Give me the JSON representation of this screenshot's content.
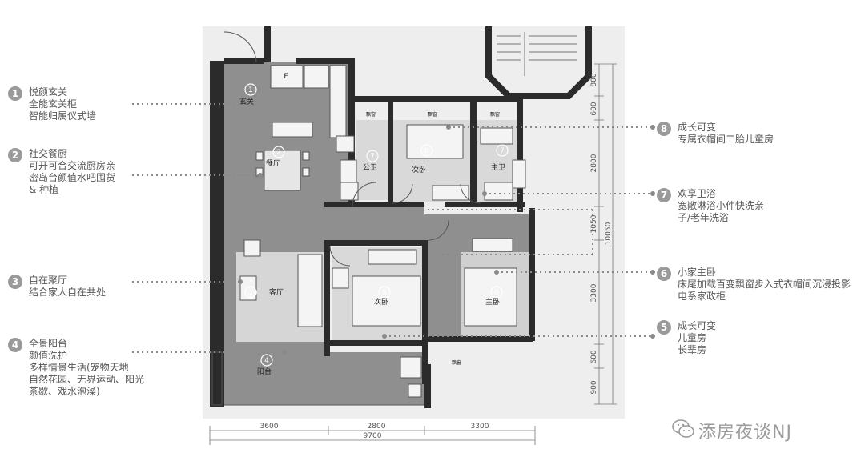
{
  "left_callouts": [
    {
      "num": "1",
      "lines": [
        "悦颜玄关",
        "全能玄关柜",
        "智能归属仪式墙"
      ]
    },
    {
      "num": "2",
      "lines": [
        "社交餐厨",
        "可开可合交流厨房亲",
        "密岛台颜值水吧囤货",
        "& 种植"
      ]
    },
    {
      "num": "3",
      "lines": [
        "自在聚厅",
        "结合家人自在共处"
      ]
    },
    {
      "num": "4",
      "lines": [
        "全景阳台",
        "颜值洗护",
        "多样情景生活(宠物天地",
        "自然花园、无界运动、阳光",
        "茶歇、戏水泡澡)"
      ]
    }
  ],
  "right_callouts": [
    {
      "num": "8",
      "lines": [
        "成长可变",
        "专属衣帽间二胎儿童房"
      ]
    },
    {
      "num": "7",
      "lines": [
        "欢享卫浴",
        "宽敞淋浴小件快洗亲",
        "子/老年洗浴"
      ]
    },
    {
      "num": "6",
      "lines": [
        "小家主卧",
        "床尾加载百变飘窗步入式衣帽间沉浸投影",
        "电系家政柜"
      ]
    },
    {
      "num": "5",
      "lines": [
        "成长可变",
        "儿童房",
        "长辈房"
      ]
    }
  ],
  "room_labels": {
    "xuanguan": "玄关",
    "canting": "餐厅",
    "gongwei": "公卫",
    "ciwo_top": "次卧",
    "zhuwei": "主卫",
    "keting": "客厅",
    "ciwo_bottom": "次卧",
    "zhuwo": "主卧",
    "yangtai": "阳台",
    "piaochuang": "飘窗",
    "fridge": "F"
  },
  "room_numbers": {
    "r1": "1",
    "r2": "2",
    "r3": "3",
    "r4": "4",
    "r5": "5",
    "r6": "6",
    "r7a": "7",
    "r7b": "7",
    "r8": "8"
  },
  "dimensions": {
    "bottom": [
      "3600",
      "2800",
      "3300"
    ],
    "bottom_total": "9700",
    "right": [
      "800",
      "600",
      "2800",
      "1050",
      "3300",
      "600",
      "900"
    ],
    "right_total": "10050"
  },
  "watermark": "添房夜谈NJ",
  "colors": {
    "floor": "#8f8f8f",
    "wall": "#2b2b2b",
    "background": "#eeeeee",
    "badge": "#9a9a9a",
    "dot": "#8a8a8a"
  }
}
